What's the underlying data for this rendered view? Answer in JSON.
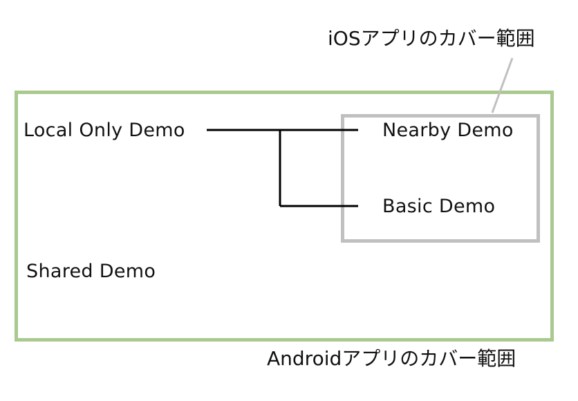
{
  "captions": {
    "ios": "iOSアプリのカバー範囲",
    "android": "Androidアプリのカバー範囲"
  },
  "nodes": {
    "local_only": "Local Only Demo",
    "nearby": "Nearby Demo",
    "basic": "Basic Demo",
    "shared": "Shared Demo"
  },
  "colors": {
    "android_box": "#a9c98f",
    "ios_box": "#c0c0c0",
    "connector": "#000000",
    "pointer": "#c0c0c0"
  }
}
